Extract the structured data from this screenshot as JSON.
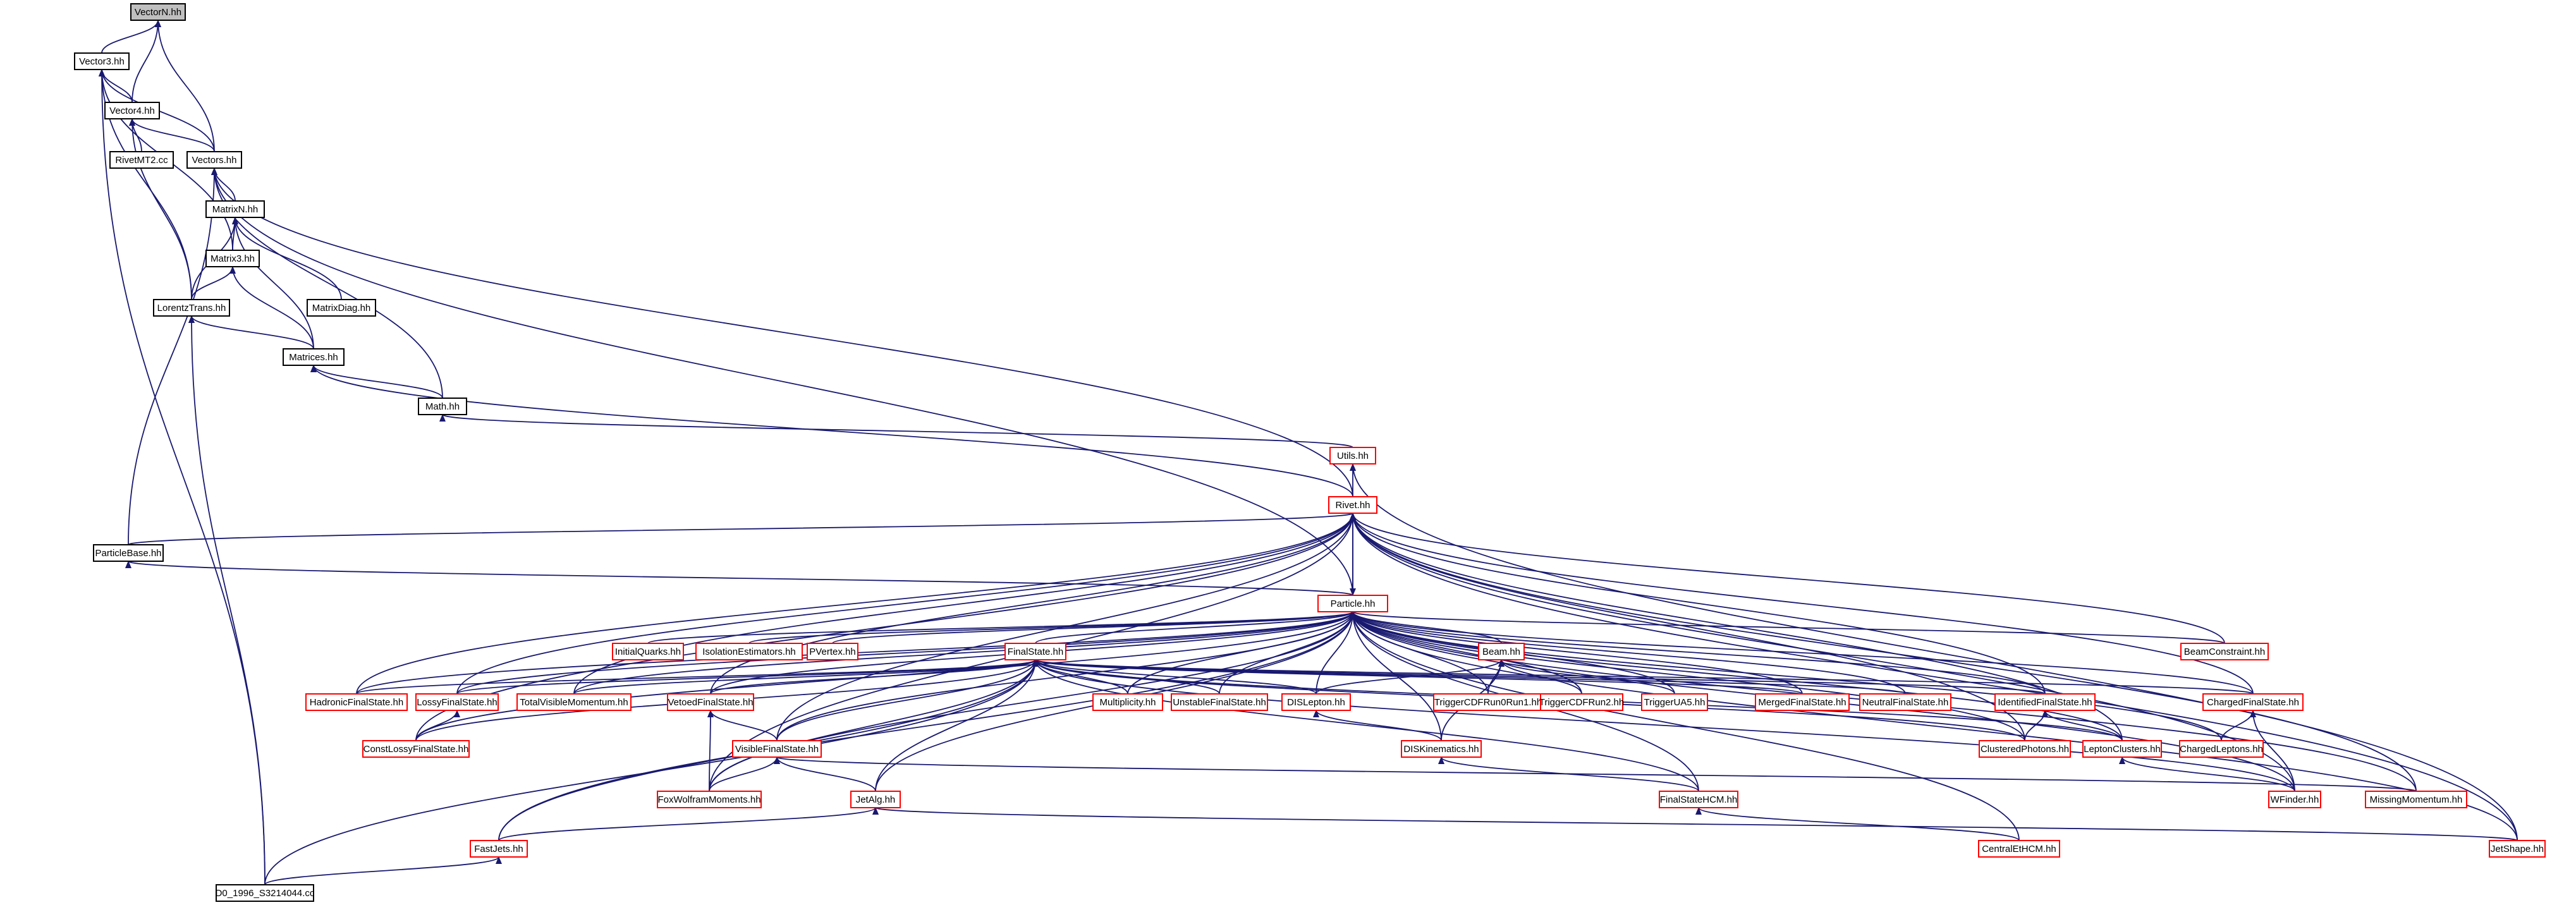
{
  "colors": {
    "edge": "#191970",
    "root_fill": "#bfbfbf",
    "node_fill": "#ffffff",
    "black_border": "#000000",
    "red_border": "#ff0000"
  },
  "nodes": [
    {
      "id": "vectorN",
      "label": "VectorN.hh",
      "style": "root"
    },
    {
      "id": "vector3",
      "label": "Vector3.hh",
      "style": "black"
    },
    {
      "id": "vector4",
      "label": "Vector4.hh",
      "style": "black"
    },
    {
      "id": "rivetmt2",
      "label": "RivetMT2.cc",
      "style": "black"
    },
    {
      "id": "vectors",
      "label": "Vectors.hh",
      "style": "black"
    },
    {
      "id": "matrixN",
      "label": "MatrixN.hh",
      "style": "black"
    },
    {
      "id": "matrix3",
      "label": "Matrix3.hh",
      "style": "black"
    },
    {
      "id": "matrixdiag",
      "label": "MatrixDiag.hh",
      "style": "black"
    },
    {
      "id": "lorentztrans",
      "label": "LorentzTrans.hh",
      "style": "black"
    },
    {
      "id": "matrices",
      "label": "Matrices.hh",
      "style": "black"
    },
    {
      "id": "math",
      "label": "Math.hh",
      "style": "black"
    },
    {
      "id": "utils",
      "label": "Utils.hh",
      "style": "red"
    },
    {
      "id": "rivet",
      "label": "Rivet.hh",
      "style": "red"
    },
    {
      "id": "particlebase",
      "label": "ParticleBase.hh",
      "style": "black"
    },
    {
      "id": "particle",
      "label": "Particle.hh",
      "style": "red"
    },
    {
      "id": "initialquarks",
      "label": "InitialQuarks.hh",
      "style": "red"
    },
    {
      "id": "isolationestimators",
      "label": "IsolationEstimators.hh",
      "style": "red"
    },
    {
      "id": "pvertex",
      "label": "PVertex.hh",
      "style": "red"
    },
    {
      "id": "finalstate",
      "label": "FinalState.hh",
      "style": "red"
    },
    {
      "id": "beam",
      "label": "Beam.hh",
      "style": "red"
    },
    {
      "id": "beamconstraint",
      "label": "BeamConstraint.hh",
      "style": "red"
    },
    {
      "id": "hadronicfs",
      "label": "HadronicFinalState.hh",
      "style": "red"
    },
    {
      "id": "lossyfs",
      "label": "LossyFinalState.hh",
      "style": "red"
    },
    {
      "id": "totalvisiblemomentum",
      "label": "TotalVisibleMomentum.hh",
      "style": "red"
    },
    {
      "id": "vetoedfs",
      "label": "VetoedFinalState.hh",
      "style": "red"
    },
    {
      "id": "multiplicity",
      "label": "Multiplicity.hh",
      "style": "red"
    },
    {
      "id": "unstablefs",
      "label": "UnstableFinalState.hh",
      "style": "red"
    },
    {
      "id": "dislepton",
      "label": "DISLepton.hh",
      "style": "red"
    },
    {
      "id": "triggercdfrun0run1",
      "label": "TriggerCDFRun0Run1.hh",
      "style": "red"
    },
    {
      "id": "triggercdfrun2",
      "label": "TriggerCDFRun2.hh",
      "style": "red"
    },
    {
      "id": "triggerua5",
      "label": "TriggerUA5.hh",
      "style": "red"
    },
    {
      "id": "mergedfs",
      "label": "MergedFinalState.hh",
      "style": "red"
    },
    {
      "id": "neutralfs",
      "label": "NeutralFinalState.hh",
      "style": "red"
    },
    {
      "id": "identifiedfs",
      "label": "IdentifiedFinalState.hh",
      "style": "red"
    },
    {
      "id": "chargedfs",
      "label": "ChargedFinalState.hh",
      "style": "red"
    },
    {
      "id": "constlossyfs",
      "label": "ConstLossyFinalState.hh",
      "style": "red"
    },
    {
      "id": "visiblefs",
      "label": "VisibleFinalState.hh",
      "style": "red"
    },
    {
      "id": "diskinematics",
      "label": "DISKinematics.hh",
      "style": "red"
    },
    {
      "id": "clusteredphotons",
      "label": "ClusteredPhotons.hh",
      "style": "red"
    },
    {
      "id": "leptonclusters",
      "label": "LeptonClusters.hh",
      "style": "red"
    },
    {
      "id": "chargedleptons",
      "label": "ChargedLeptons.hh",
      "style": "red"
    },
    {
      "id": "foxwolfram",
      "label": "FoxWolframMoments.hh",
      "style": "red"
    },
    {
      "id": "jetalg",
      "label": "JetAlg.hh",
      "style": "red"
    },
    {
      "id": "finalstatehcm",
      "label": "FinalStateHCM.hh",
      "style": "red"
    },
    {
      "id": "wfinder",
      "label": "WFinder.hh",
      "style": "red"
    },
    {
      "id": "missingmomentum",
      "label": "MissingMomentum.hh",
      "style": "red"
    },
    {
      "id": "fastjets",
      "label": "FastJets.hh",
      "style": "red"
    },
    {
      "id": "centraleThcm",
      "label": "CentralEtHCM.hh",
      "style": "red"
    },
    {
      "id": "jetshape",
      "label": "JetShape.hh",
      "style": "red"
    },
    {
      "id": "d01996",
      "label": "D0_1996_S3214044.cc",
      "style": "black"
    }
  ],
  "edges": [
    [
      "vector3",
      "vectorN"
    ],
    [
      "vector4",
      "vectorN"
    ],
    [
      "vectors",
      "vectorN"
    ],
    [
      "vector4",
      "vector3"
    ],
    [
      "vectors",
      "vector3"
    ],
    [
      "matrix3",
      "vector3"
    ],
    [
      "lorentztrans",
      "vector3"
    ],
    [
      "d01996",
      "vector3"
    ],
    [
      "rivetmt2",
      "vector4"
    ],
    [
      "vectors",
      "vector4"
    ],
    [
      "lorentztrans",
      "vector4"
    ],
    [
      "matrixN",
      "vectors"
    ],
    [
      "math",
      "vectors"
    ],
    [
      "particlebase",
      "vectors"
    ],
    [
      "particle",
      "vectors"
    ],
    [
      "rivet",
      "vectors"
    ],
    [
      "matrix3",
      "matrixN"
    ],
    [
      "matrixdiag",
      "matrixN"
    ],
    [
      "lorentztrans",
      "matrixN"
    ],
    [
      "matrices",
      "matrixN"
    ],
    [
      "lorentztrans",
      "matrix3"
    ],
    [
      "matrices",
      "matrix3"
    ],
    [
      "matrices",
      "lorentztrans"
    ],
    [
      "d01996",
      "lorentztrans"
    ],
    [
      "math",
      "matrices"
    ],
    [
      "rivet",
      "matrices"
    ],
    [
      "utils",
      "math"
    ],
    [
      "rivet",
      "utils"
    ],
    [
      "jetshape",
      "utils"
    ],
    [
      "particle",
      "rivet"
    ],
    [
      "particlebase",
      "rivet"
    ],
    [
      "hadronicfs",
      "rivet"
    ],
    [
      "lossyfs",
      "rivet"
    ],
    [
      "totalvisiblemomentum",
      "rivet"
    ],
    [
      "vetoedfs",
      "rivet"
    ],
    [
      "constlossyfs",
      "rivet"
    ],
    [
      "visiblefs",
      "rivet"
    ],
    [
      "foxwolfram",
      "rivet"
    ],
    [
      "beamconstraint",
      "rivet"
    ],
    [
      "identifiedfs",
      "rivet"
    ],
    [
      "chargedfs",
      "rivet"
    ],
    [
      "clusteredphotons",
      "rivet"
    ],
    [
      "wfinder",
      "rivet"
    ],
    [
      "missingmomentum",
      "rivet"
    ],
    [
      "jetshape",
      "rivet"
    ],
    [
      "leptonclusters",
      "rivet"
    ],
    [
      "rivet",
      "particle"
    ],
    [
      "particle",
      "particlebase"
    ],
    [
      "initialquarks",
      "particle"
    ],
    [
      "isolationestimators",
      "particle"
    ],
    [
      "pvertex",
      "particle"
    ],
    [
      "finalstate",
      "particle"
    ],
    [
      "beam",
      "particle"
    ],
    [
      "beamconstraint",
      "particle"
    ],
    [
      "hadronicfs",
      "particle"
    ],
    [
      "lossyfs",
      "particle"
    ],
    [
      "totalvisiblemomentum",
      "particle"
    ],
    [
      "vetoedfs",
      "particle"
    ],
    [
      "multiplicity",
      "particle"
    ],
    [
      "unstablefs",
      "particle"
    ],
    [
      "dislepton",
      "particle"
    ],
    [
      "triggercdfrun0run1",
      "particle"
    ],
    [
      "triggercdfrun2",
      "particle"
    ],
    [
      "triggerua5",
      "particle"
    ],
    [
      "mergedfs",
      "particle"
    ],
    [
      "neutralfs",
      "particle"
    ],
    [
      "identifiedfs",
      "particle"
    ],
    [
      "chargedfs",
      "particle"
    ],
    [
      "constlossyfs",
      "particle"
    ],
    [
      "visiblefs",
      "particle"
    ],
    [
      "diskinematics",
      "particle"
    ],
    [
      "clusteredphotons",
      "particle"
    ],
    [
      "leptonclusters",
      "particle"
    ],
    [
      "chargedleptons",
      "particle"
    ],
    [
      "foxwolfram",
      "particle"
    ],
    [
      "jetalg",
      "particle"
    ],
    [
      "finalstatehcm",
      "particle"
    ],
    [
      "wfinder",
      "particle"
    ],
    [
      "missingmomentum",
      "particle"
    ],
    [
      "fastjets",
      "particle"
    ],
    [
      "centraleThcm",
      "particle"
    ],
    [
      "jetshape",
      "particle"
    ],
    [
      "hadronicfs",
      "finalstate"
    ],
    [
      "lossyfs",
      "finalstate"
    ],
    [
      "totalvisiblemomentum",
      "finalstate"
    ],
    [
      "vetoedfs",
      "finalstate"
    ],
    [
      "multiplicity",
      "finalstate"
    ],
    [
      "unstablefs",
      "finalstate"
    ],
    [
      "dislepton",
      "finalstate"
    ],
    [
      "mergedfs",
      "finalstate"
    ],
    [
      "neutralfs",
      "finalstate"
    ],
    [
      "identifiedfs",
      "finalstate"
    ],
    [
      "chargedfs",
      "finalstate"
    ],
    [
      "constlossyfs",
      "finalstate"
    ],
    [
      "visiblefs",
      "finalstate"
    ],
    [
      "clusteredphotons",
      "finalstate"
    ],
    [
      "leptonclusters",
      "finalstate"
    ],
    [
      "foxwolfram",
      "finalstate"
    ],
    [
      "jetalg",
      "finalstate"
    ],
    [
      "finalstatehcm",
      "finalstate"
    ],
    [
      "wfinder",
      "finalstate"
    ],
    [
      "fastjets",
      "finalstate"
    ],
    [
      "d01996",
      "finalstate"
    ],
    [
      "dislepton",
      "beam"
    ],
    [
      "triggercdfrun0run1",
      "beam"
    ],
    [
      "triggercdfrun2",
      "beam"
    ],
    [
      "triggerua5",
      "beam"
    ],
    [
      "diskinematics",
      "beam"
    ],
    [
      "constlossyfs",
      "lossyfs"
    ],
    [
      "visiblefs",
      "vetoedfs"
    ],
    [
      "foxwolfram",
      "vetoedfs"
    ],
    [
      "diskinematics",
      "dislepton"
    ],
    [
      "clusteredphotons",
      "identifiedfs"
    ],
    [
      "leptonclusters",
      "identifiedfs"
    ],
    [
      "chargedleptons",
      "chargedfs"
    ],
    [
      "wfinder",
      "chargedfs"
    ],
    [
      "foxwolfram",
      "visiblefs"
    ],
    [
      "jetalg",
      "visiblefs"
    ],
    [
      "missingmomentum",
      "visiblefs"
    ],
    [
      "finalstatehcm",
      "diskinematics"
    ],
    [
      "wfinder",
      "leptonclusters"
    ],
    [
      "fastjets",
      "jetalg"
    ],
    [
      "jetshape",
      "jetalg"
    ],
    [
      "centraleThcm",
      "finalstatehcm"
    ],
    [
      "d01996",
      "fastjets"
    ]
  ]
}
